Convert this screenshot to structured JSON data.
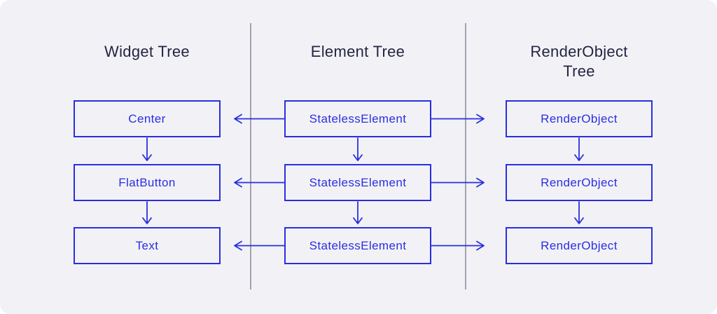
{
  "diagram": {
    "background_color": "#F2F2F6",
    "accent_color": "#2A2EE0",
    "header_color": "#242443",
    "divider_color": "#6E6E80",
    "columns": [
      {
        "title": "Widget Tree",
        "boxes": [
          "Center",
          "FlatButton",
          "Text"
        ]
      },
      {
        "title": "Element Tree",
        "boxes": [
          "StatelessElement",
          "StatelessElement",
          "StatelessElement"
        ]
      },
      {
        "title": "RenderObject Tree",
        "boxes": [
          "RenderObject",
          "RenderObject",
          "RenderObject"
        ]
      }
    ]
  }
}
